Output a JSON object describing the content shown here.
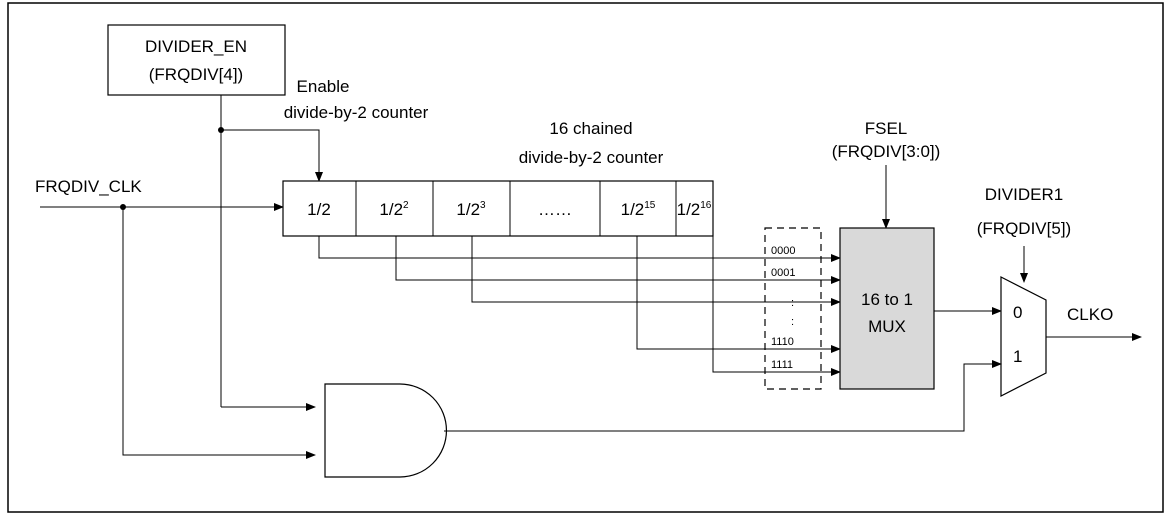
{
  "divider_en": {
    "line1": "DIVIDER_EN",
    "line2": "(FRQDIV[4])"
  },
  "enable_label": {
    "line1": "Enable",
    "line2": "divide-by-2 counter"
  },
  "chain_label": {
    "line1": "16 chained",
    "line2": "divide-by-2 counter"
  },
  "input_label": "FRQDIV_CLK",
  "counter_cells": [
    {
      "base": "1/2",
      "sup": ""
    },
    {
      "base": "1/2",
      "sup": "2"
    },
    {
      "base": "1/2",
      "sup": "3"
    },
    {
      "base": "……",
      "sup": ""
    },
    {
      "base": "1/2",
      "sup": "15"
    },
    {
      "base": "1/2",
      "sup": "16"
    }
  ],
  "fsel": {
    "line1": "FSEL",
    "line2": "(FRQDIV[3:0])"
  },
  "mux16": {
    "line1": "16 to 1",
    "line2": "MUX"
  },
  "mux_codes": [
    "0000",
    "0001",
    ":",
    ":",
    "1110",
    "1111"
  ],
  "divider1": {
    "line1": "DIVIDER1",
    "line2": "(FRQDIV[5])"
  },
  "mux2_inputs": [
    "0",
    "1"
  ],
  "output_label": "CLKO",
  "colors": {
    "mux_fill": "#d9d9d9",
    "line": "#000000",
    "background": "#ffffff"
  }
}
